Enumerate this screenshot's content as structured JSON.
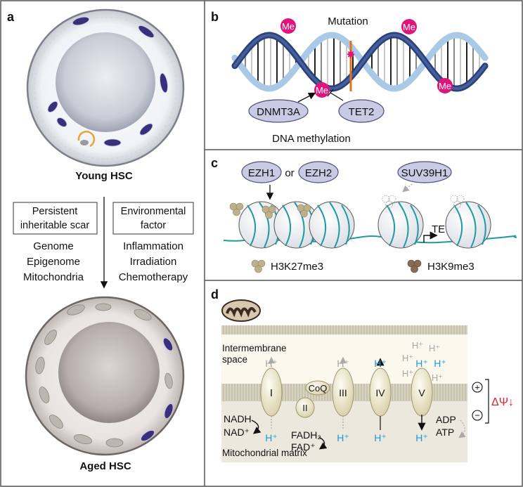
{
  "colors": {
    "border": "#555555",
    "helix_light": "#b7d3ea",
    "helix_dark": "#2c3e7a",
    "methyl": "#e0147a",
    "mutation": "#e0147a",
    "dna_teal": "#1e9aa0",
    "h3k27": "#bfb08c",
    "h3k9": "#8a6a52",
    "proton_blue": "#1d9ad6",
    "proton_grey": "#a8a8a8",
    "potential_red": "#d9262c",
    "mito_purple": "#3a2f7a"
  },
  "panel_a": {
    "label": "a",
    "young_title": "Young HSC",
    "aged_title": "Aged HSC",
    "left_box": {
      "title_line1": "Persistent",
      "title_line2": "inheritable scar",
      "items": [
        "Genome",
        "Epigenome",
        "Mitochondria"
      ]
    },
    "right_box": {
      "title_line1": "Environmental",
      "title_line2": "factor",
      "items": [
        "Inflammation",
        "Irradiation",
        "Chemotherapy"
      ]
    }
  },
  "panel_b": {
    "label": "b",
    "methyl_tag": "Me",
    "mutation_label": "Mutation",
    "writer": "DNMT3A",
    "eraser": "TET2",
    "caption": "DNA methylation"
  },
  "panel_c": {
    "label": "c",
    "enzyme1": "EZH1",
    "or_word": "or",
    "enzyme2": "EZH2",
    "enzyme3": "SUV39H1",
    "te_label": "TE",
    "legend1": "H3K27me3",
    "legend2": "H3K9me3"
  },
  "panel_d": {
    "label": "d",
    "intermembrane_line1": "Intermembrane",
    "intermembrane_line2": "space",
    "matrix_label": "Mitochondrial matrix",
    "complexes": [
      "I",
      "II",
      "III",
      "IV",
      "V"
    ],
    "coq": "CoQ",
    "nadh": "NADH",
    "nad": "NAD⁺",
    "fadh2": "FADH₂",
    "fad": "FAD⁺",
    "adp": "ADP",
    "atp": "ATP",
    "proton": "H⁺",
    "plus_sign": "+",
    "minus_sign": "−",
    "potential": "ΔΨ↓"
  }
}
